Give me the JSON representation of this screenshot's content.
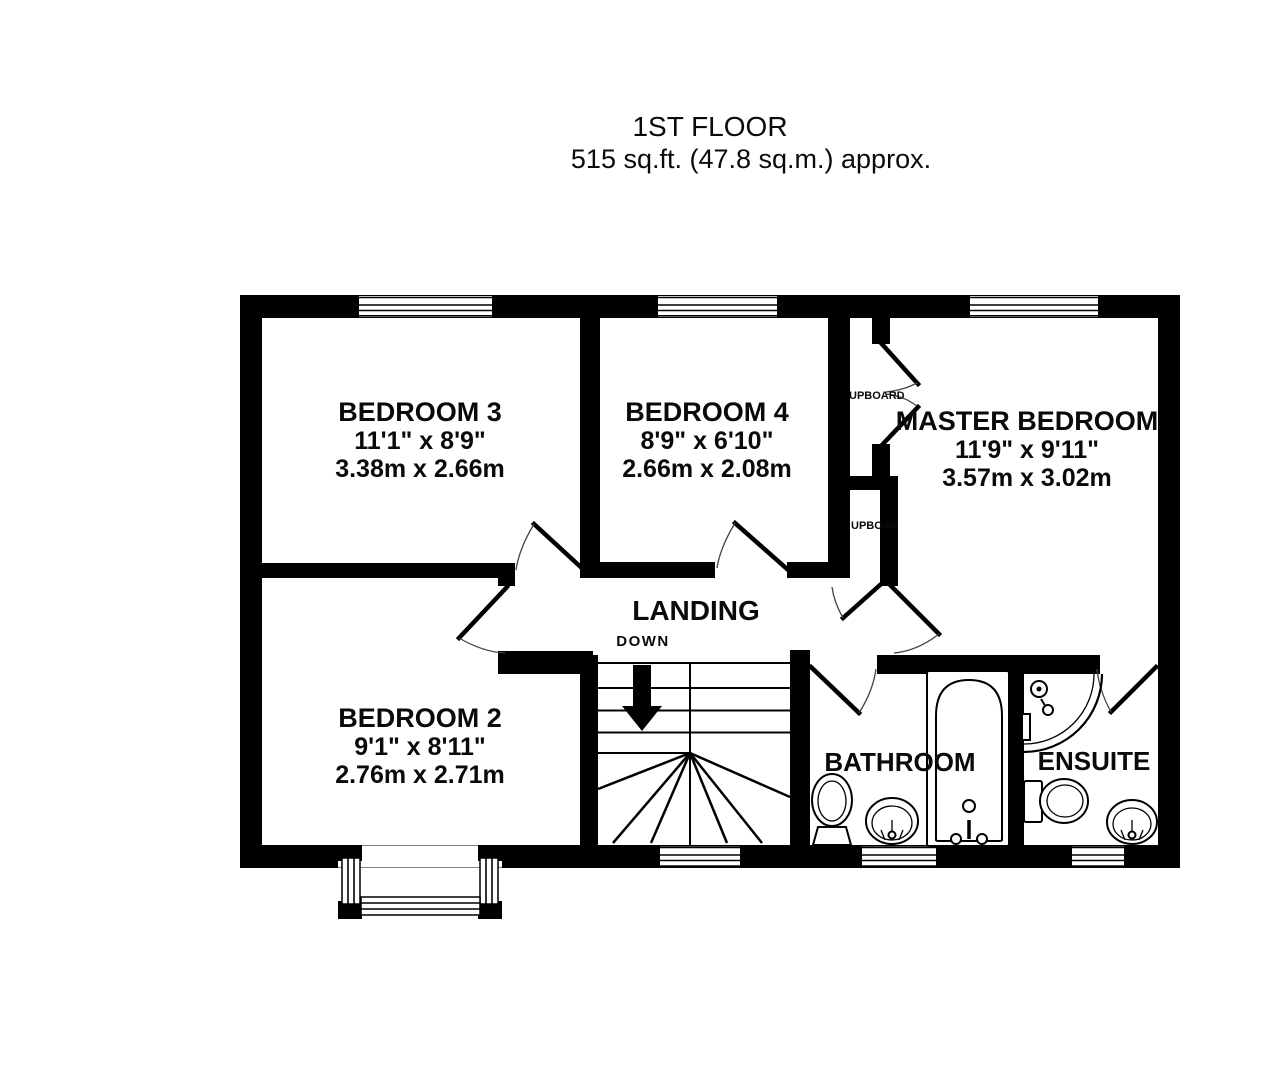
{
  "title": {
    "line1": "1ST FLOOR",
    "line2": "515 sq.ft. (47.8 sq.m.) approx."
  },
  "rooms": [
    {
      "id": "bedroom-3",
      "name": "BEDROOM 3",
      "dims_ft": "11'1\" x 8'9\"",
      "dims_m": "3.38m x 2.66m"
    },
    {
      "id": "bedroom-4",
      "name": "BEDROOM 4",
      "dims_ft": "8'9\" x 6'10\"",
      "dims_m": "2.66m x 2.08m"
    },
    {
      "id": "master-bedroom",
      "name": "MASTER BEDROOM",
      "dims_ft": "11'9\" x 9'11\"",
      "dims_m": "3.57m x 3.02m"
    },
    {
      "id": "bedroom-2",
      "name": "BEDROOM 2",
      "dims_ft": "9'1\" x 8'11\"",
      "dims_m": "2.76m x 2.71m"
    },
    {
      "id": "landing",
      "name": "LANDING"
    },
    {
      "id": "bathroom",
      "name": "BATHROOM"
    },
    {
      "id": "ensuite",
      "name": "ENSUITE"
    }
  ],
  "labels": {
    "down": "DOWN",
    "cupboard_top": "UPBOARD",
    "cupboard_bottom": "UPBOAR"
  },
  "colors": {
    "wall": "#000000",
    "background": "#ffffff"
  }
}
